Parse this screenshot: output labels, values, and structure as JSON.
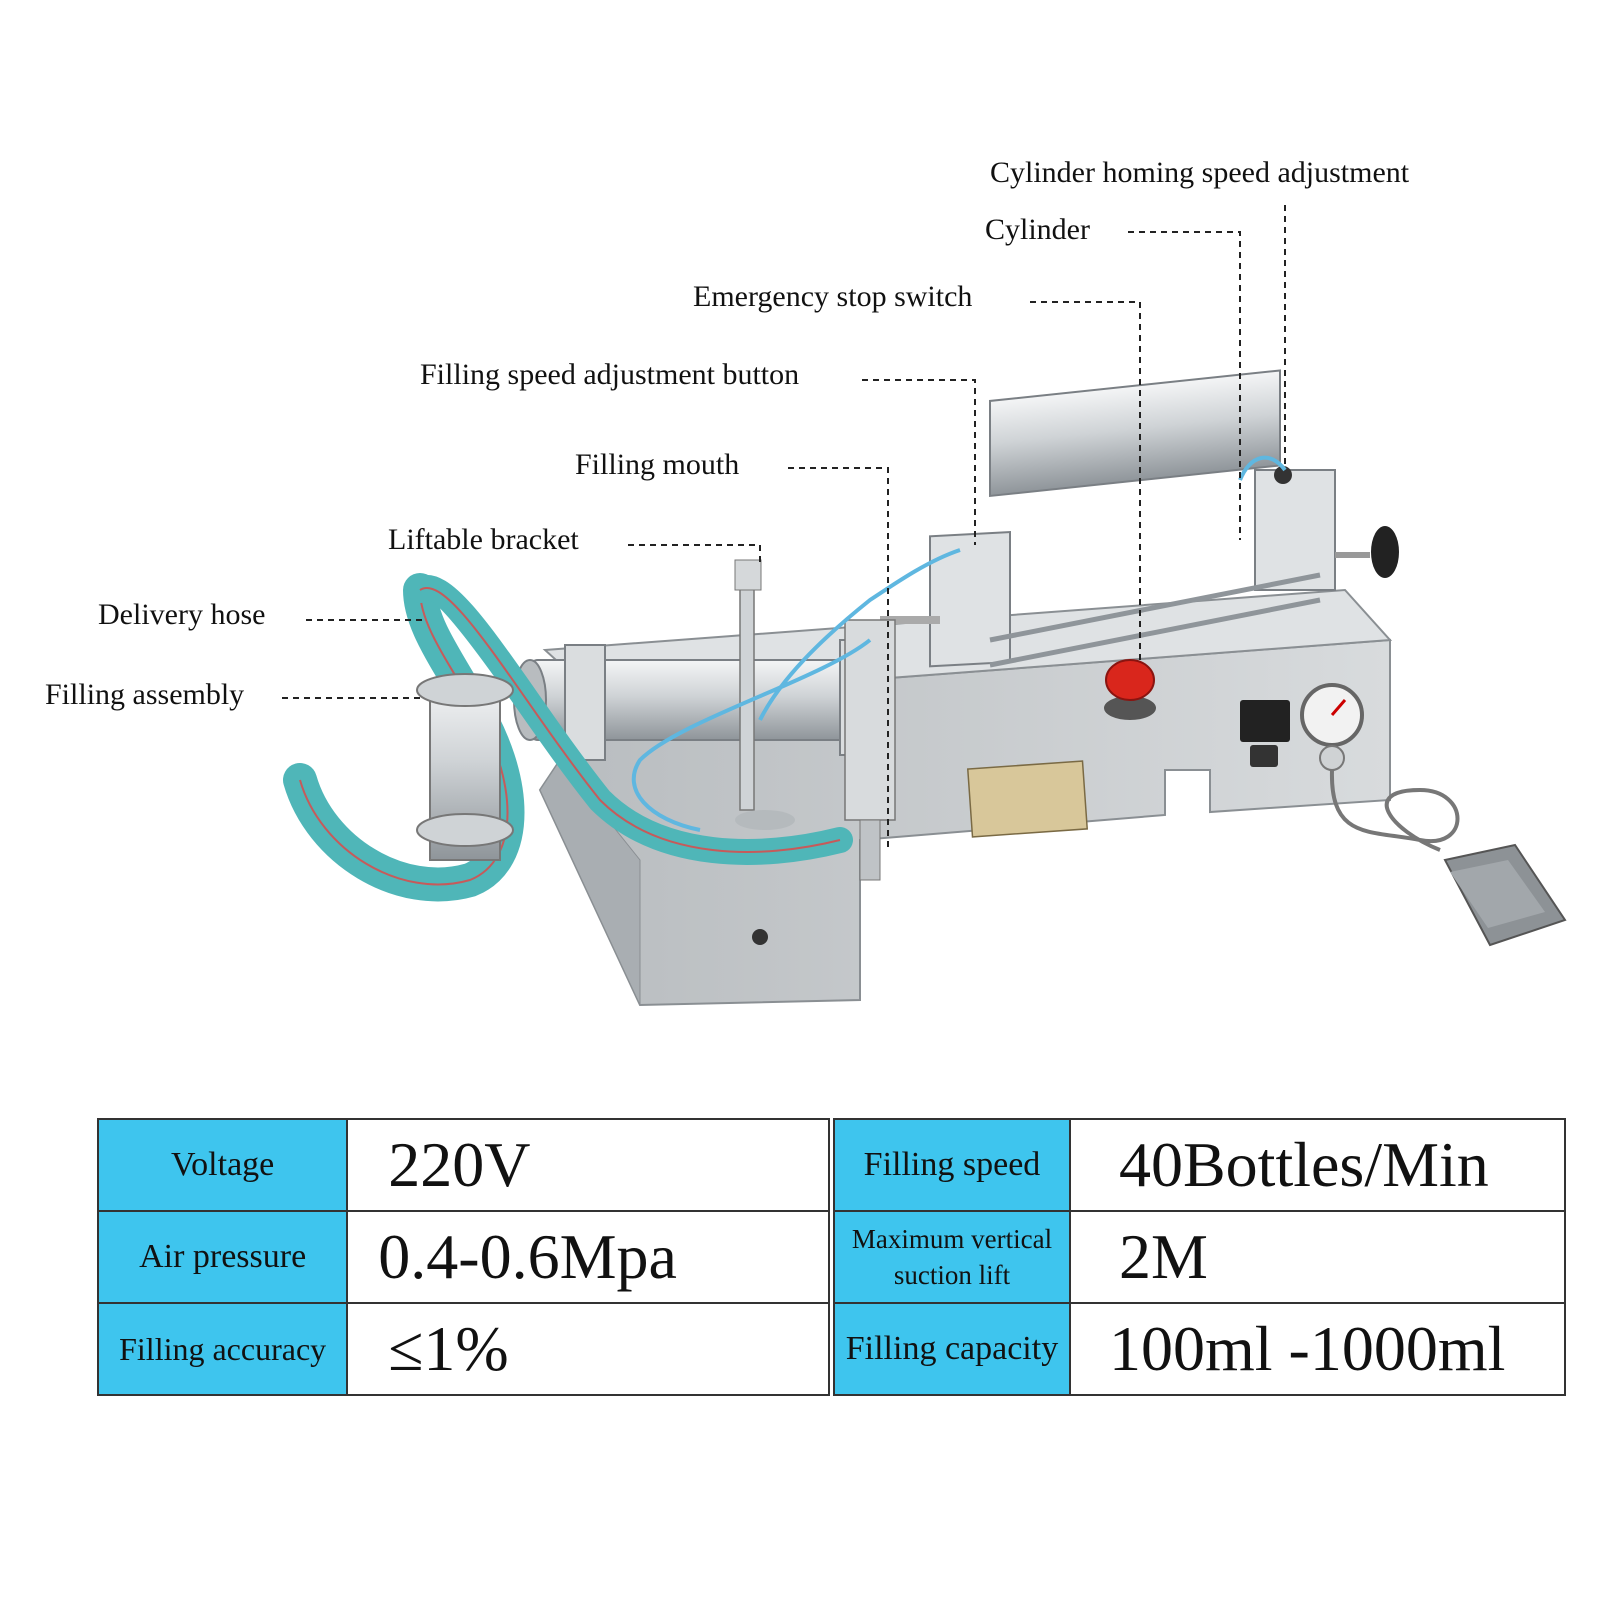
{
  "callouts": {
    "cylinder_homing": "Cylinder homing speed adjustment",
    "cylinder": "Cylinder",
    "emergency_stop": "Emergency stop switch",
    "filling_speed_button": "Filling speed adjustment button",
    "filling_mouth": "Filling mouth",
    "liftable_bracket": "Liftable bracket",
    "delivery_hose": "Delivery hose",
    "filling_assembly": "Filling assembly"
  },
  "specs": {
    "voltage_label": "Voltage",
    "voltage_value": "220V",
    "air_pressure_label": "Air pressure",
    "air_pressure_value": "0.4-0.6Mpa",
    "accuracy_label": "Filling accuracy",
    "accuracy_value": "≤1%",
    "speed_label": "Filling speed",
    "speed_value": "40Bottles/Min",
    "lift_label_line1": "Maximum vertical",
    "lift_label_line2": "suction lift",
    "lift_value": "2M",
    "capacity_label": "Filling capacity",
    "capacity_value": "100ml -1000ml"
  },
  "colors": {
    "label_cell": "#3ec5ee",
    "steel": "#c9cdd0",
    "hose": "#4fb6b8",
    "estop": "#d9261c"
  }
}
